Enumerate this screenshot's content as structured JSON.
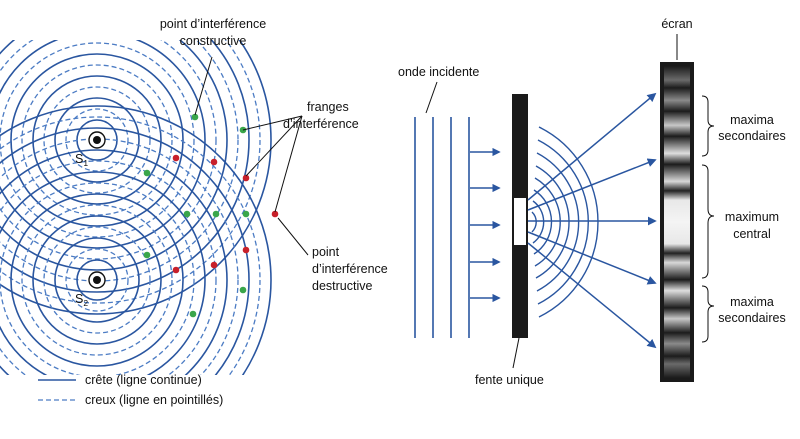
{
  "labels": {
    "constructive_line1": "point d’interférence",
    "constructive_line2": "constructive",
    "fringes_line1": "franges",
    "fringes_line2": "d’interférence",
    "destructive_line1": "point",
    "destructive_line2": "d’interférence",
    "destructive_line3": "destructive",
    "source1": "S",
    "source1_sub": "1",
    "source2": "S",
    "source2_sub": "2",
    "incident_wave": "onde incidente",
    "single_slit": "fente unique",
    "screen": "écran",
    "secondary_top_line1": "maxima",
    "secondary_top_line2": "secondaires",
    "central_line1": "maximum",
    "central_line2": "central",
    "secondary_bottom_line1": "maxima",
    "secondary_bottom_line2": "secondaires"
  },
  "legend": {
    "crest": "crête (ligne continue)",
    "trough": "creux (ligne en pointillés)"
  },
  "colors": {
    "wave": "#2a56a0",
    "trough": "#4c7cc4",
    "constructive": "#3aa64a",
    "destructive": "#c8202a",
    "ink": "#111111"
  }
}
